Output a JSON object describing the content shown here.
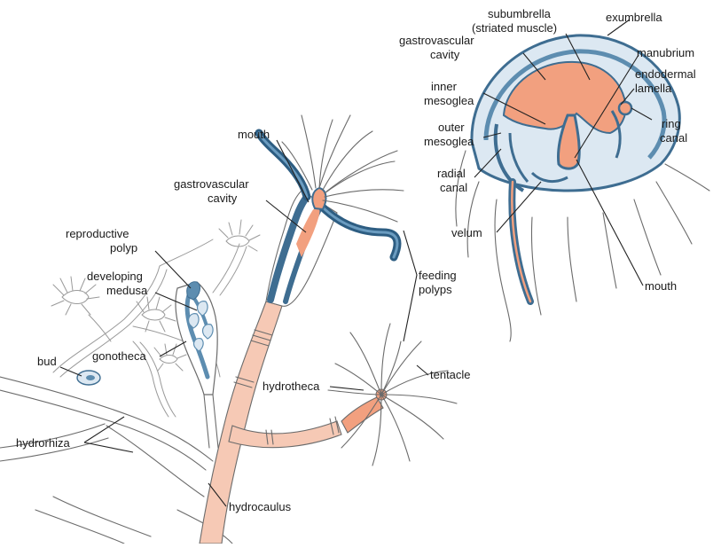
{
  "colors": {
    "tissue_blue": "#5d8db0",
    "tissue_light": "#dce8f2",
    "cavity_orange": "#f2a07f",
    "stalk_pink": "#f6c9b5",
    "outline_gray": "#6b6b6b"
  },
  "labels": {
    "subumbrella_line1": "subumbrella",
    "subumbrella_line2": "(striated muscle)",
    "exumbrella": "exumbrella",
    "medusa_gastrovascular_line1": "gastrovascular",
    "medusa_gastrovascular_line2": "cavity",
    "manubrium": "manubrium",
    "endodermal_line1": "endodermal",
    "endodermal_line2": "lamella",
    "inner_mesoglea_line1": "inner",
    "inner_mesoglea_line2": "mesoglea",
    "ring_canal_line1": "ring",
    "ring_canal_line2": "canal",
    "outer_mesoglea_line1": "outer",
    "outer_mesoglea_line2": "mesoglea",
    "radial_canal_line1": "radial",
    "radial_canal_line2": "canal",
    "velum": "velum",
    "medusa_mouth": "mouth",
    "polyp_mouth": "mouth",
    "polyp_gastrovascular_line1": "gastrovascular",
    "polyp_gastrovascular_line2": "cavity",
    "reproductive_polyp_line1": "reproductive",
    "reproductive_polyp_line2": "polyp",
    "developing_medusa_line1": "developing",
    "developing_medusa_line2": "medusa",
    "feeding_polyps_line1": "feeding",
    "feeding_polyps_line2": "polyps",
    "gonotheca": "gonotheca",
    "bud": "bud",
    "hydrotheca": "hydrotheca",
    "tentacle": "tentacle",
    "hydrorhiza": "hydrorhiza",
    "hydrocaulus": "hydrocaulus"
  }
}
